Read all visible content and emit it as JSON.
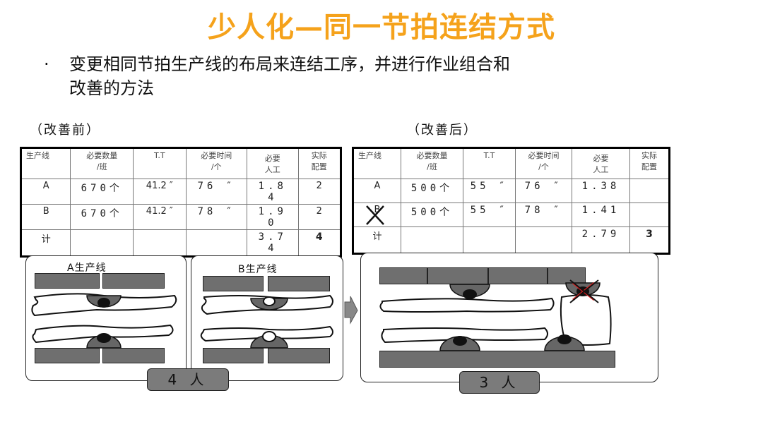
{
  "title": "少人化—同一节拍连结方式",
  "bullet": {
    "dot": "·",
    "text_line1": "变更相同节拍生产线的布局来连结工序，并进行作业组合和",
    "text_line2": "改善的方法"
  },
  "before": {
    "caption": "（改善前）",
    "table": {
      "headers": [
        "生产线",
        "必要数量\n/班",
        "T.T",
        "必要时间\n/个",
        "必要\n人工",
        "实际\n配置"
      ],
      "rows": [
        [
          "A",
          "670个",
          "41.2 ″",
          "76 ″",
          "1.8\n4",
          "2"
        ],
        [
          "B",
          "670个",
          "41.2 ″",
          "78 ″",
          "1.9\n0",
          "2"
        ],
        [
          "计",
          "",
          "",
          "",
          "3.7\n4",
          "4"
        ]
      ]
    },
    "line_a_label": "A生产线",
    "line_b_label": "B生产线",
    "people": "4 人"
  },
  "after": {
    "caption": "（改善后）",
    "table": {
      "headers": [
        "生产线",
        "必要数量\n/班",
        "T.T",
        "必要时间\n/个",
        "必要\n人工",
        "实际\n配置"
      ],
      "rows": [
        [
          "A",
          "500个",
          "55 ″",
          "76 ″",
          "1.38",
          ""
        ],
        [
          "B",
          "500个",
          "55 ″",
          "78 ″",
          "1.41",
          ""
        ],
        [
          "计",
          "",
          "",
          "",
          "2.79",
          "3"
        ]
      ]
    },
    "people": "3 人"
  },
  "colors": {
    "title": "#f5a21b",
    "bar": "#6f6f6f",
    "cross_red": "#e02020"
  }
}
